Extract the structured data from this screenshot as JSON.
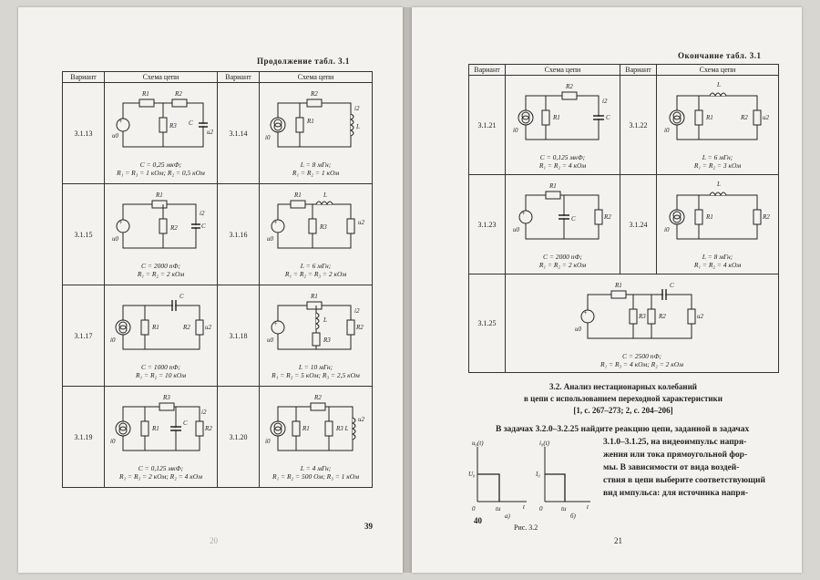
{
  "left_page": {
    "continuation": "Продолжение табл. 3.1",
    "headers": [
      "Вариант",
      "Схема цепи",
      "Вариант",
      "Схема цепи"
    ],
    "rows": [
      {
        "left": {
          "variant": "3.1.13",
          "line1": "C = 0,25 мкФ;",
          "line2": "R₁ = R₃ = 1 кОм; R₂ = 0,5 кОм"
        },
        "right": {
          "variant": "3.1.14",
          "line1": "L = 8 мГн;",
          "line2": "R₁ = R₂ = 1 кОм"
        }
      },
      {
        "left": {
          "variant": "3.1.15",
          "line1": "C = 2000 пФ;",
          "line2": "R₁ = R₂ = 2 кОм"
        },
        "right": {
          "variant": "3.1.16",
          "line1": "L = 6 мГн;",
          "line2": "R₁ = R₂ = R₃ = 2 кОм"
        }
      },
      {
        "left": {
          "variant": "3.1.17",
          "line1": "C = 1000 пФ;",
          "line2": "R₁ = R₂ = 10 кОм"
        },
        "right": {
          "variant": "3.1.18",
          "line1": "L = 10 мГн;",
          "line2": "R₁ = R₂ = 5 кОм; R₃ = 2,5 кОм"
        }
      },
      {
        "left": {
          "variant": "3.1.19",
          "line1": "C = 0,125 мкФ;",
          "line2": "R₁ = R₃ = 2 кОм; R₂ = 4 кОм"
        },
        "right": {
          "variant": "3.1.20",
          "line1": "L = 4 мГн;",
          "line2": "R₁ = R₂ = 500 Ом; R₃ = 1 кОм"
        }
      }
    ],
    "page_number": "39",
    "faint_page_number": "20"
  },
  "right_page": {
    "continuation": "Окончание табл. 3.1",
    "headers": [
      "Вариант",
      "Схема цепи",
      "Вариант",
      "Схема цепи"
    ],
    "rows": [
      {
        "left": {
          "variant": "3.1.21",
          "line1": "C = 0,125 мкФ;",
          "line2": "R₁ = R₂ = 4 кОм"
        },
        "right": {
          "variant": "3.1.22",
          "line1": "L = 6 мГн;",
          "line2": "R₁ = R₂ = 3 кОм"
        }
      },
      {
        "left": {
          "variant": "3.1.23",
          "line1": "C = 2000 пФ;",
          "line2": "R₁ = R₂ = 2 кОм"
        },
        "right": {
          "variant": "3.1.24",
          "line1": "L = 8 мГн;",
          "line2": "R₁ = R₂ = 4 кОм"
        }
      }
    ],
    "last_row": {
      "variant": "3.1.25",
      "line1": "C = 2500 пФ;",
      "line2": "R₁ = R₃ = 4 кОм; R₂ = 2 кОм"
    },
    "section_title_1": "3.2. Анализ нестационарных колебаний",
    "section_title_2": "в цепи с использованием переходной характеристики",
    "section_ref": "[1, с. 267–273; 2, с. 204–206]",
    "paragraph_start": "В задачах 3.2.0–3.2.25 найдите реакцию цепи, заданной в задачах",
    "paragraph_lines": [
      "3.1.0–3.1.25, на видеоимпульс напря-",
      "жения или тока прямоугольной фор-",
      "мы. В зависимости от вида воздей-",
      "ствия в цепи выберите соответствующий",
      "вид импульса: для источника напря-"
    ],
    "figure_caption": "Рис. 3.2",
    "fig_a": {
      "ylabel": "u₀(t)",
      "amp": "U₀",
      "zero": "0",
      "tp": "tи",
      "t": "t",
      "tag": "а)"
    },
    "fig_b": {
      "ylabel": "i₀(t)",
      "amp": "I₀",
      "zero": "0",
      "tp": "tи",
      "t": "t",
      "tag": "б)"
    },
    "page_number": "21",
    "small_number": "40"
  }
}
